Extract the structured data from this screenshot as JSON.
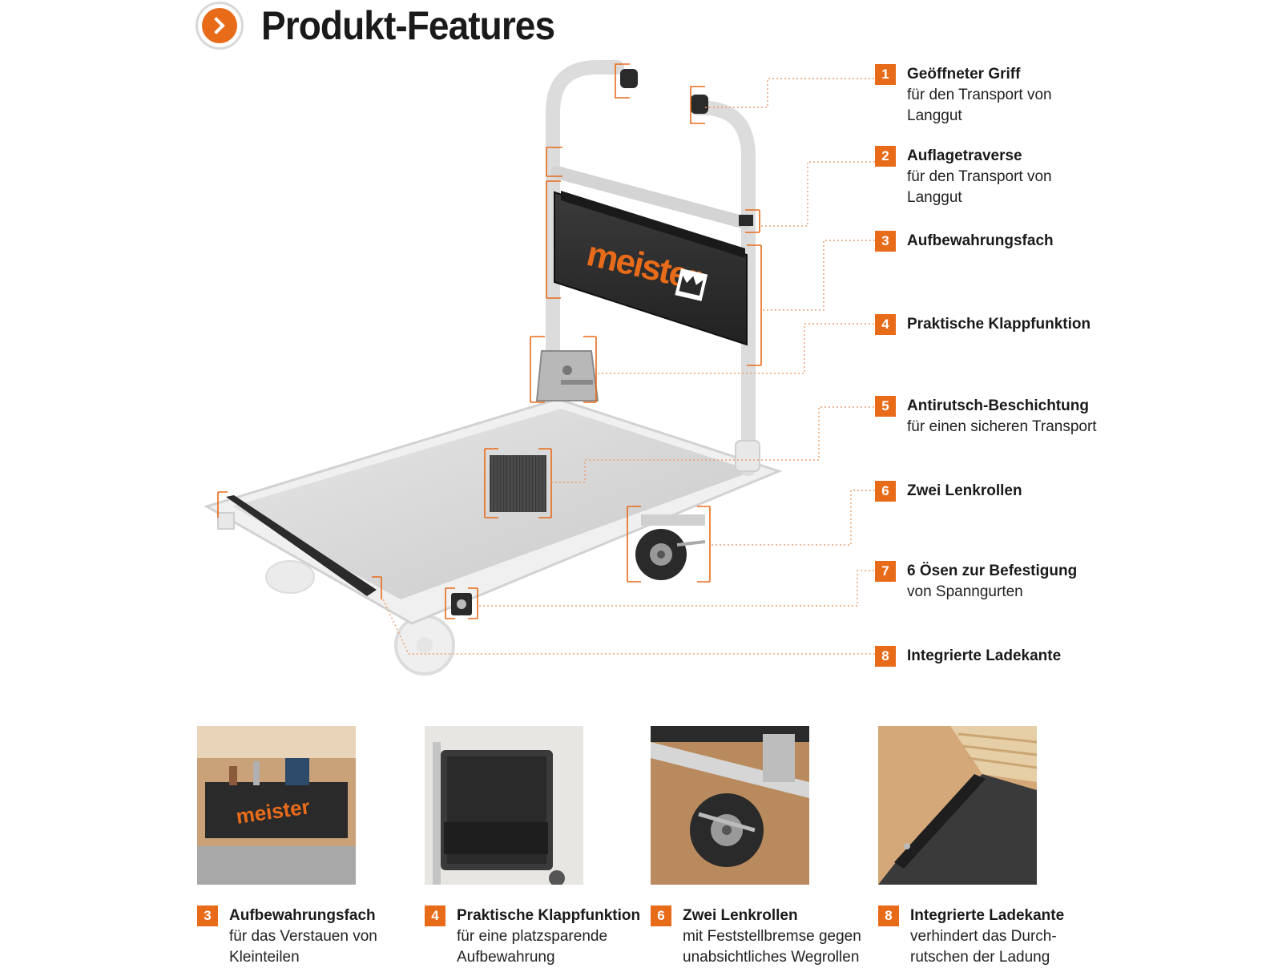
{
  "header": {
    "title": "Produkt-Features",
    "icon": "chevron-right-icon",
    "accent": "#e86b1a"
  },
  "brand": {
    "logo_text": "meister"
  },
  "features": [
    {
      "num": "1",
      "title": "Geöffneter Griff",
      "sub1": "für den Transport von",
      "sub2": "Langgut"
    },
    {
      "num": "2",
      "title": "Auflagetraverse",
      "sub1": "für den Transport von",
      "sub2": "Langgut"
    },
    {
      "num": "3",
      "title": "Aufbewahrungsfach"
    },
    {
      "num": "4",
      "title": "Praktische Klappfunktion"
    },
    {
      "num": "5",
      "title": "Antirutsch-Beschichtung",
      "sub1": "für einen sicheren Transport"
    },
    {
      "num": "6",
      "title": "Zwei Lenkrollen"
    },
    {
      "num": "7",
      "title": "6 Ösen zur Befestigung",
      "sub1": "von Spanngurten"
    },
    {
      "num": "8",
      "title": "Integrierte Ladekante"
    }
  ],
  "details": [
    {
      "num": "3",
      "title": "Aufbewahrungsfach",
      "sub1": "für das Verstauen von",
      "sub2": "Kleinteilen"
    },
    {
      "num": "4",
      "title": "Praktische Klappfunktion",
      "sub1": "für eine platzsparende",
      "sub2": "Aufbewahrung"
    },
    {
      "num": "6",
      "title": "Zwei Lenkrollen",
      "sub1": "mit Feststellbremse gegen",
      "sub2": "unabsichtliches Wegrollen"
    },
    {
      "num": "8",
      "title": "Integrierte Ladekante",
      "sub1": "verhindert das Durch-",
      "sub2": "rutschen der Ladung"
    }
  ]
}
